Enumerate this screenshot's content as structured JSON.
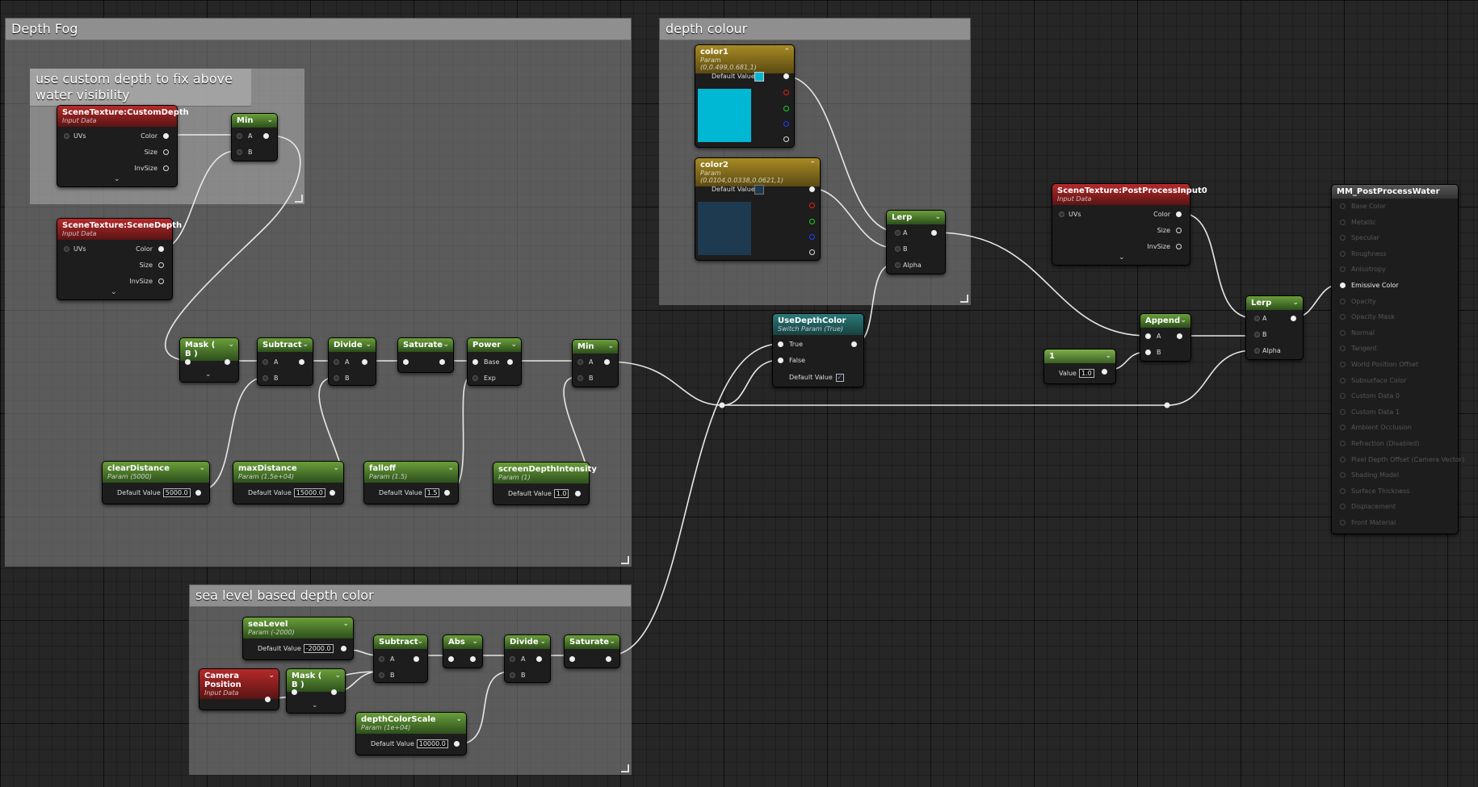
{
  "comments": {
    "depth_fog": "Depth Fog",
    "custom_depth": "use custom depth to fix above water visibility",
    "depth_colour": "depth colour",
    "sea_level": "sea level based depth color"
  },
  "pins": {
    "uvs": "UVs",
    "color": "Color",
    "size": "Size",
    "invsize": "InvSize",
    "a": "A",
    "b": "B",
    "alpha": "Alpha",
    "base": "Base",
    "exp": "Exp",
    "true": "True",
    "false": "False",
    "default_value": "Default Value",
    "value": "Value"
  },
  "nodes": {
    "scene_custom_depth": {
      "title": "SceneTexture:CustomDepth",
      "subtitle": "Input Data"
    },
    "scene_scene_depth": {
      "title": "SceneTexture:SceneDepth",
      "subtitle": "Input Data"
    },
    "min1": {
      "title": "Min"
    },
    "min2": {
      "title": "Min"
    },
    "mask_b1": {
      "title": "Mask ( B )"
    },
    "mask_b2": {
      "title": "Mask ( B )"
    },
    "subtract1": {
      "title": "Subtract"
    },
    "subtract2": {
      "title": "Subtract"
    },
    "divide1": {
      "title": "Divide"
    },
    "divide2": {
      "title": "Divide"
    },
    "saturate1": {
      "title": "Saturate"
    },
    "saturate2": {
      "title": "Saturate"
    },
    "power": {
      "title": "Power"
    },
    "abs": {
      "title": "Abs"
    },
    "clear_distance": {
      "title": "clearDistance",
      "subtitle": "Param (5000)",
      "value": "5000.0"
    },
    "max_distance": {
      "title": "maxDistance",
      "subtitle": "Param (1.5e+04)",
      "value": "15000.0"
    },
    "falloff": {
      "title": "falloff",
      "subtitle": "Param (1.5)",
      "value": "1.5"
    },
    "screen_depth_intensity": {
      "title": "screenDepthIntensity",
      "subtitle": "Param (1)",
      "value": "1.0"
    },
    "color1": {
      "title": "color1",
      "subtitle": "Param (0,0.499,0.681,1)",
      "swatch": "#00b8d4"
    },
    "color2": {
      "title": "color2",
      "subtitle": "Param (0.0104,0.0338,0.0621,1)",
      "swatch": "#1e3a50"
    },
    "lerp1": {
      "title": "Lerp"
    },
    "lerp2": {
      "title": "Lerp"
    },
    "use_depth_color": {
      "title": "UseDepthColor",
      "subtitle": "Switch Param (True)"
    },
    "post_process_input": {
      "title": "SceneTexture:PostProcessInput0",
      "subtitle": "Input Data"
    },
    "append": {
      "title": "Append"
    },
    "const_one": {
      "title": "1",
      "value": "1.0"
    },
    "sea_level": {
      "title": "seaLevel",
      "subtitle": "Param (-2000)",
      "value": "-2000.0"
    },
    "camera_position": {
      "title": "Camera Position",
      "subtitle": "Input Data"
    },
    "depth_color_scale": {
      "title": "depthColorScale",
      "subtitle": "Param (1e+04)",
      "value": "10000.0"
    }
  },
  "material_output": {
    "title": "MM_PostProcessWater",
    "inputs": [
      {
        "label": "Base Color",
        "active": false
      },
      {
        "label": "Metallic",
        "active": false
      },
      {
        "label": "Specular",
        "active": false
      },
      {
        "label": "Roughness",
        "active": false
      },
      {
        "label": "Anisotropy",
        "active": false
      },
      {
        "label": "Emissive Color",
        "active": true
      },
      {
        "label": "Opacity",
        "active": false
      },
      {
        "label": "Opacity Mask",
        "active": false
      },
      {
        "label": "Normal",
        "active": false
      },
      {
        "label": "Tangent",
        "active": false
      },
      {
        "label": "World Position Offset",
        "active": false
      },
      {
        "label": "Subsurface Color",
        "active": false
      },
      {
        "label": "Custom Data 0",
        "active": false
      },
      {
        "label": "Custom Data 1",
        "active": false
      },
      {
        "label": "Ambient Occlusion",
        "active": false
      },
      {
        "label": "Refraction (Disabled)",
        "active": false
      },
      {
        "label": "Pixel Depth Offset (Camera Vector)",
        "active": false
      },
      {
        "label": "Shading Model",
        "active": false
      },
      {
        "label": "Surface Thickness",
        "active": false
      },
      {
        "label": "Displacement",
        "active": false
      },
      {
        "label": "Front Material",
        "active": false
      }
    ]
  }
}
